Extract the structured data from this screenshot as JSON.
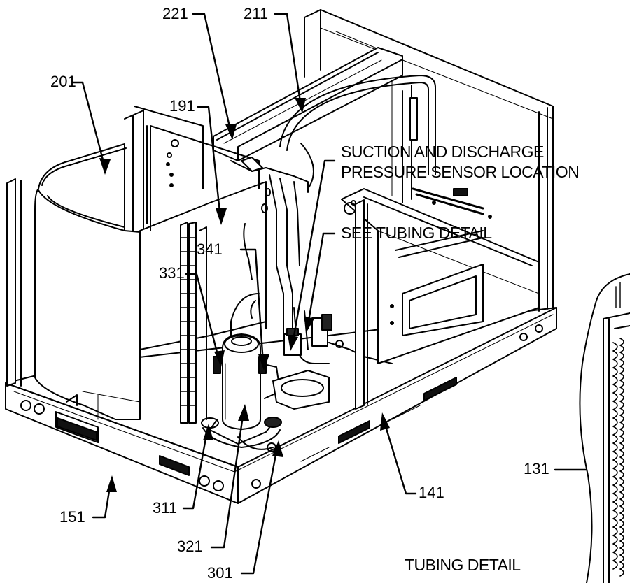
{
  "callouts": {
    "c201": "201",
    "c221": "221",
    "c211": "211",
    "c191": "191",
    "c341": "341",
    "c331": "331",
    "c151": "151",
    "c311": "311",
    "c321": "321",
    "c301": "301",
    "c141": "141",
    "c131": "131"
  },
  "notes": {
    "sensor_line1": "SUCTION AND DISCHARGE",
    "sensor_line2": "PRESSURE SENSOR LOCATION",
    "tubing_ref": "SEE TUBING DETAIL",
    "tubing_title": "TUBING DETAIL"
  }
}
